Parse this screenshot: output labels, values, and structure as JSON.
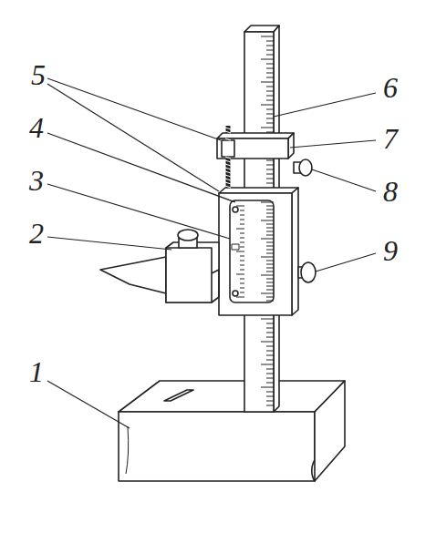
{
  "diagram": {
    "labels": [
      "5",
      "6",
      "4",
      "7",
      "3",
      "8",
      "2",
      "9",
      "1"
    ]
  }
}
